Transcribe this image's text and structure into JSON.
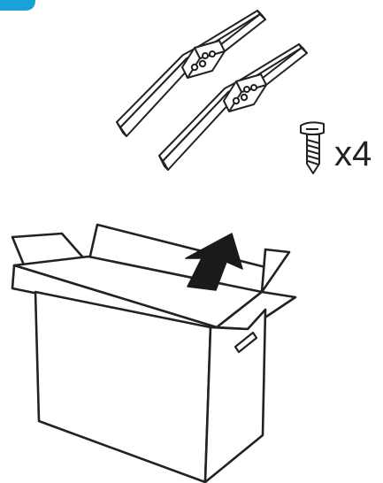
{
  "colors": {
    "accent_tab": "#1aa1d9",
    "line": "#222222",
    "fill": "#ffffff",
    "arrow": "#1a1a1a"
  },
  "parts": {
    "stand_bracket": {
      "name": "stand-bracket",
      "count": 2
    },
    "screw": {
      "name": "screw",
      "quantity_label": "x4"
    }
  },
  "box": {
    "icon": "open-carton-box",
    "arrow_icon": "lift-up-arrow"
  }
}
